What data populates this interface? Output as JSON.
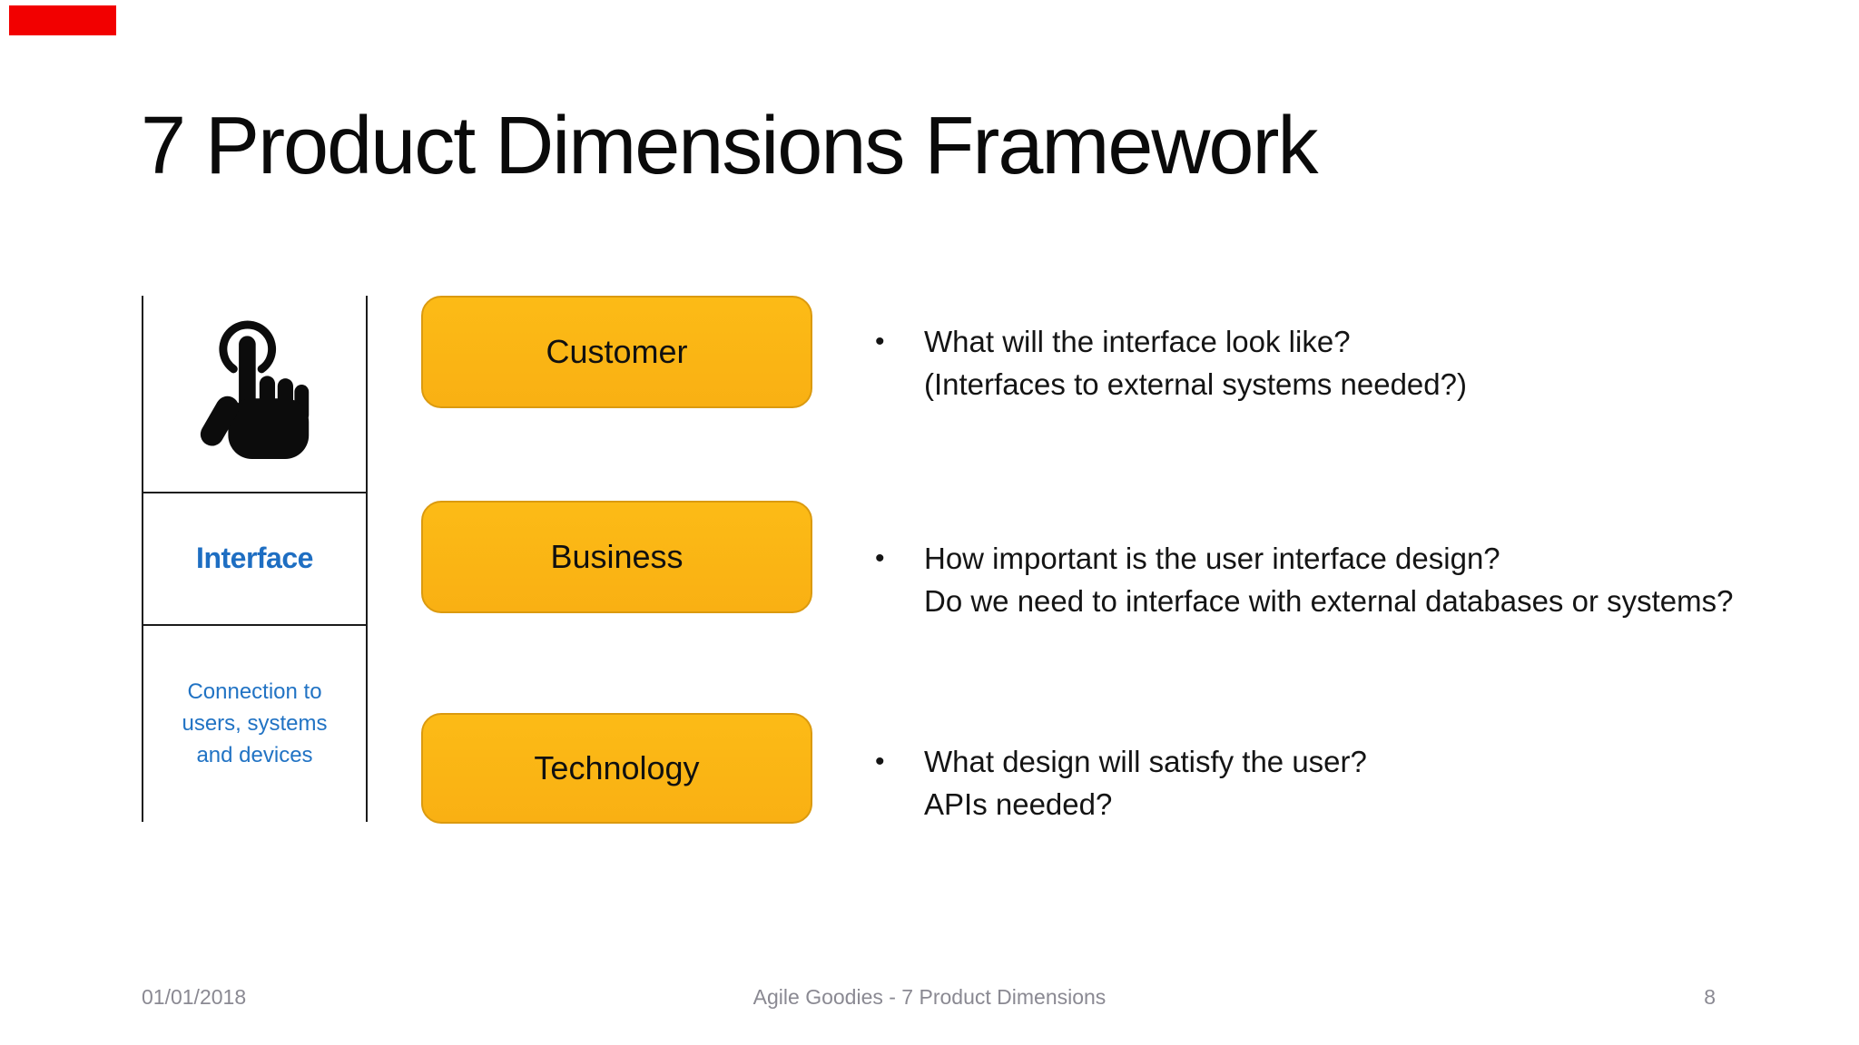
{
  "slide": {
    "title": "7 Product Dimensions Framework",
    "background_color": "#ffffff",
    "marker_color": "#f20000"
  },
  "dimension_panel": {
    "icon": "tap-gesture-icon",
    "name": "Interface",
    "name_color": "#1e6ec2",
    "description_color": "#2173c4",
    "description_lines": [
      "Connection to",
      "users, systems",
      "and devices"
    ]
  },
  "cards": {
    "fill_color": "#fbb615",
    "border_color": "#db9a0f",
    "items": [
      {
        "label": "Customer"
      },
      {
        "label": "Business"
      },
      {
        "label": "Technology"
      }
    ]
  },
  "bullet_marker": "•",
  "bullets": [
    {
      "lines": [
        "What will the interface look like?",
        "(Interfaces to external systems needed?)"
      ]
    },
    {
      "lines": [
        "How important is the user interface design?",
        "Do we need to interface with external databases or systems?"
      ]
    },
    {
      "lines": [
        "What design will satisfy the user?",
        "APIs needed?"
      ]
    }
  ],
  "footer": {
    "date": "01/01/2018",
    "label": "Agile Goodies - 7 Product Dimensions",
    "page": "8"
  }
}
